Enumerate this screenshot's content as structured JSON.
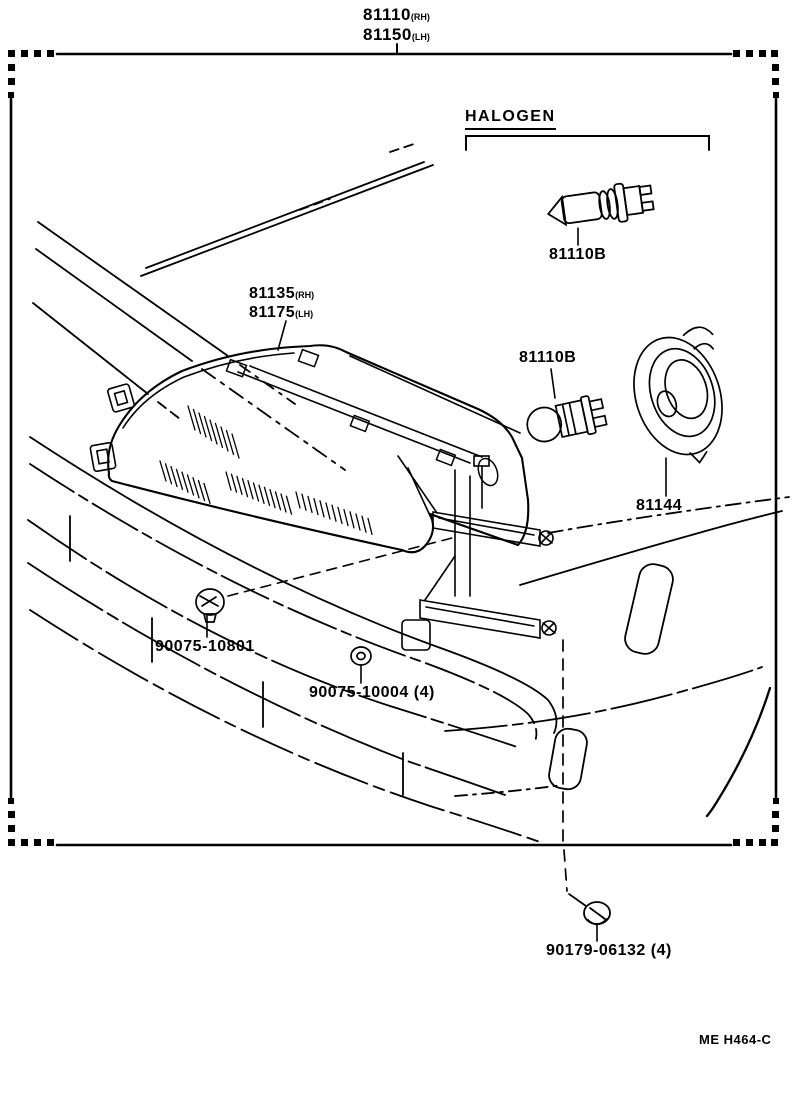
{
  "figure": {
    "assembly": {
      "rh": "81110",
      "rh_suffix": "(RH)",
      "lh": "81150",
      "lh_suffix": "(LH)"
    },
    "section_halogen": "HALOGEN",
    "halogen_bulb": "81110B",
    "lens": {
      "rh": "81135",
      "rh_suffix": "(RH)",
      "lh": "81175",
      "lh_suffix": "(LH)"
    },
    "side_bulb": "81110B",
    "seal": "81144",
    "clip_nut": "90075-10801",
    "mount_nut": "90075-10004 (4)",
    "screw": "90179-06132 (4)",
    "figure_code": "ME H464-C"
  },
  "colors": {
    "ink": "#000000",
    "paper": "#ffffff"
  }
}
